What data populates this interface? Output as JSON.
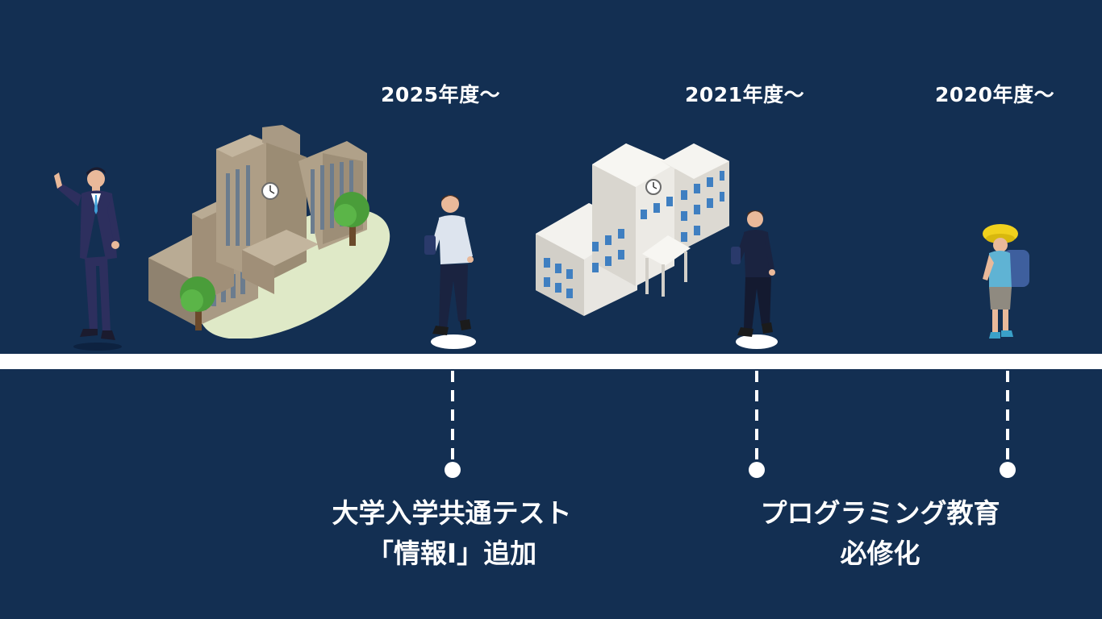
{
  "colors": {
    "background": "#132f52",
    "line": "#ffffff",
    "text": "#ffffff"
  },
  "milestones": [
    {
      "year": "2025年度〜",
      "caption_lines": [
        "大学入学共通テスト",
        "「情報Ⅰ」追加"
      ]
    },
    {
      "year": "2021年度〜",
      "caption_lines": []
    },
    {
      "year": "2020年度〜",
      "caption_lines": []
    }
  ],
  "shared_caption": {
    "lines": [
      "プログラミング教育",
      "必修化"
    ]
  },
  "illustrations": [
    "businessman-figure",
    "university-building",
    "university-student-figure",
    "school-building",
    "high-school-student-figure",
    "elementary-student-figure"
  ]
}
